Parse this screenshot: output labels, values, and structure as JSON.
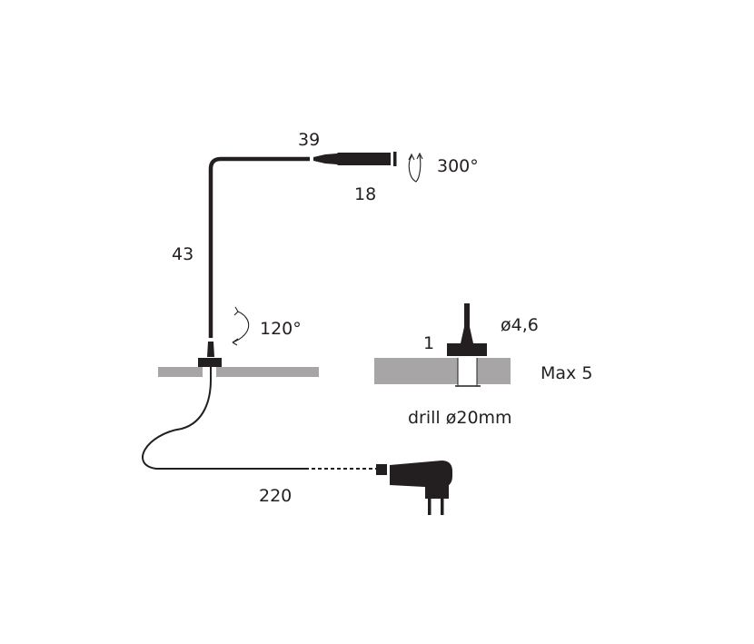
{
  "labels": {
    "arm_length": "39",
    "head_length": "18",
    "head_rotation": "300°",
    "stem_height": "43",
    "base_rotation": "120°",
    "stem_diameter": "ø4,6",
    "flange_thickness": "1",
    "surface_max": "Max 5",
    "drill_hole": "drill ø20mm",
    "cable_length": "220"
  },
  "colors": {
    "line": "#231f20",
    "surface": "#a7a5a6",
    "background": "#ffffff"
  }
}
